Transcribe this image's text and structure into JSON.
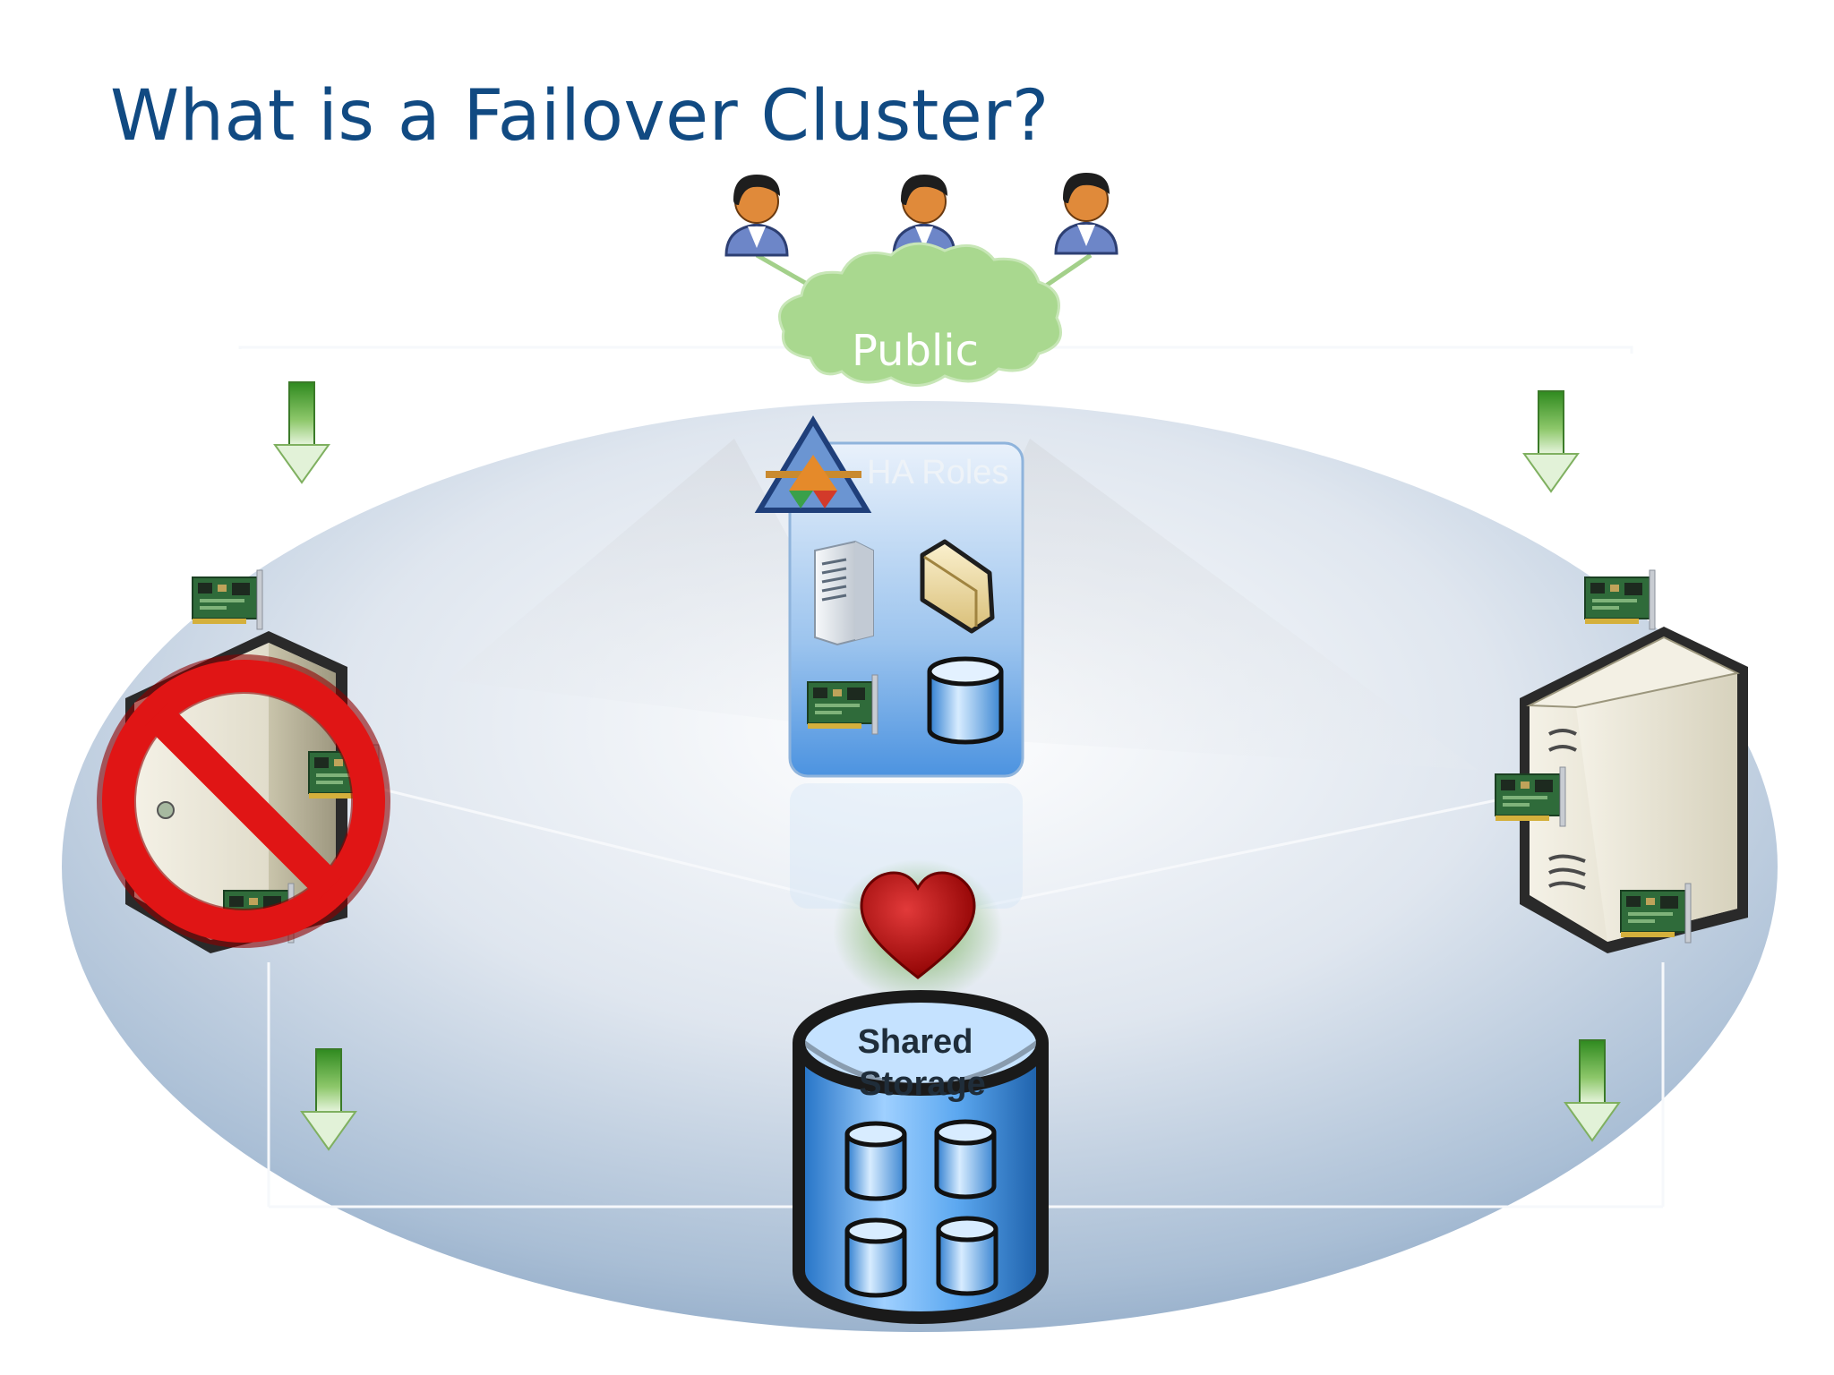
{
  "title": "What is a Failover Cluster?",
  "labels": {
    "public_network": "Public",
    "ha_roles": "HA Roles",
    "shared_storage_line1": "Shared",
    "shared_storage_line2": "Storage"
  },
  "nodes": [
    {
      "status": "failed"
    },
    {
      "status": "active"
    }
  ],
  "clients": 3,
  "colors": {
    "title": "#114a82",
    "cloud": "#a9d88f",
    "arrow": "#4e9c2e",
    "heart": "#b01010",
    "storage": "#3d8fd8",
    "prohibited": "#e01515"
  },
  "icons": {
    "client": "user-icon",
    "node": "server-icon",
    "failed_node": "prohibited-icon",
    "heartbeat": "heart-icon",
    "storage": "database-icon",
    "role": "cluster-role-icon",
    "folder": "folder-icon",
    "network_card": "network-card-icon",
    "flow": "down-arrow-icon"
  }
}
